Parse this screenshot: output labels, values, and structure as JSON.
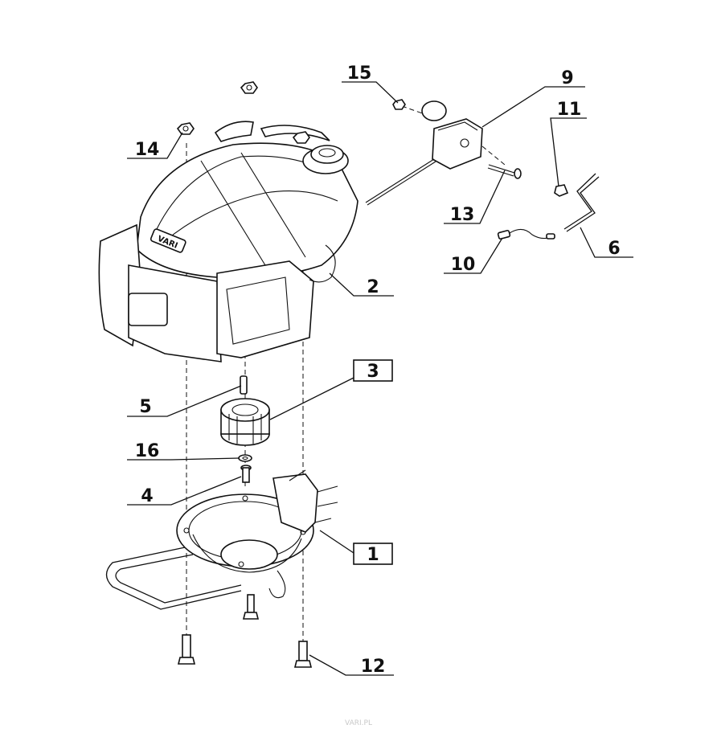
{
  "watermark": "VARI.PL",
  "callouts": [
    {
      "id": "p1",
      "number": "1",
      "boxed": true
    },
    {
      "id": "p2",
      "number": "2",
      "boxed": false
    },
    {
      "id": "p3",
      "number": "3",
      "boxed": true
    },
    {
      "id": "p4",
      "number": "4",
      "boxed": false
    },
    {
      "id": "p5",
      "number": "5",
      "boxed": false
    },
    {
      "id": "p6",
      "number": "6",
      "boxed": false
    },
    {
      "id": "p9",
      "number": "9",
      "boxed": false
    },
    {
      "id": "p10",
      "number": "10",
      "boxed": false
    },
    {
      "id": "p11",
      "number": "11",
      "boxed": false
    },
    {
      "id": "p12",
      "number": "12",
      "boxed": false
    },
    {
      "id": "p13",
      "number": "13",
      "boxed": false
    },
    {
      "id": "p14",
      "number": "14",
      "boxed": false
    },
    {
      "id": "p15",
      "number": "15",
      "boxed": false
    },
    {
      "id": "p16",
      "number": "16",
      "boxed": false
    }
  ],
  "engine_logo": "VARI"
}
